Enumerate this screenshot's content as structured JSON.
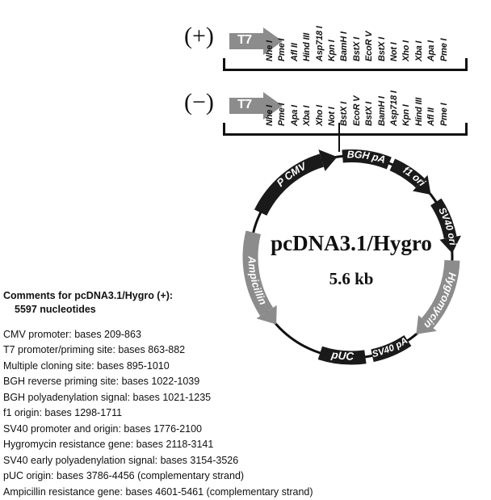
{
  "mcs": {
    "plus": {
      "sign": "(+)",
      "promoter_label": "T7",
      "enzymes": [
        "Nhe I",
        "Pme I",
        "Afl II",
        "Hind III",
        "Asp718 I",
        "Kpn I",
        "BamH I",
        "BstX I",
        "EcoR V",
        "BstX I",
        "Not I",
        "Xho I",
        "Xba I",
        "Apa I",
        "Pme I"
      ]
    },
    "minus": {
      "sign": "(−)",
      "promoter_label": "T7",
      "enzymes": [
        "Nhe I",
        "Pme I",
        "Apa I",
        "Xba I",
        "Xho I",
        "Not I",
        "BstX I",
        "EcoR V",
        "BstX I",
        "BamH I",
        "Asp718 I",
        "Kpn I",
        "Hind III",
        "Afl II",
        "Pme I"
      ]
    }
  },
  "plasmid": {
    "name": "pcDNA3.1/Hygro",
    "size": "5.6 kb",
    "features": [
      {
        "id": "p-cmv",
        "label": "P CMV",
        "color": "#1a1a1a"
      },
      {
        "id": "bgh-pa",
        "label": "BGH pA",
        "color": "#1a1a1a"
      },
      {
        "id": "f1-ori",
        "label": "f1 ori",
        "color": "#1a1a1a"
      },
      {
        "id": "sv40-ori",
        "label": "SV40 ori",
        "color": "#1a1a1a"
      },
      {
        "id": "hygromycin",
        "label": "Hygromycin",
        "color": "#8c8c8c"
      },
      {
        "id": "sv40-pa",
        "label": "SV40 pA",
        "color": "#1a1a1a"
      },
      {
        "id": "puc",
        "label": "pUC",
        "color": "#1a1a1a"
      },
      {
        "id": "ampicillin",
        "label": "Ampicillin",
        "color": "#8c8c8c"
      }
    ]
  },
  "comments": {
    "heading": "Comments for pcDNA3.1/Hygro (+):",
    "subheading": "5597 nucleotides",
    "lines": [
      "CMV promoter: bases 209-863",
      "T7 promoter/priming site: bases 863-882",
      "Multiple cloning site: bases 895-1010",
      "BGH reverse priming site: bases 1022-1039",
      "BGH polyadenylation signal: bases 1021-1235",
      "f1 origin: bases 1298-1711",
      "SV40 promoter and origin: bases 1776-2100",
      "Hygromycin resistance gene: bases 2118-3141",
      "SV40 early polyadenylation signal: bases 3154-3526",
      "pUC origin: bases 3786-4456 (complementary strand)",
      "Ampicillin resistance gene: bases 4601-5461 (complementary strand)"
    ]
  },
  "colors": {
    "ink": "#111111",
    "feature_dark": "#1a1a1a",
    "feature_gray": "#8c8c8c",
    "background": "#ffffff"
  }
}
